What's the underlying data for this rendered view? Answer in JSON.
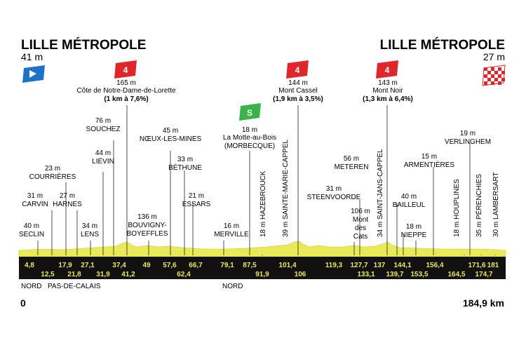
{
  "start": {
    "name": "LILLE MÉTROPOLE",
    "altitude": "41 m"
  },
  "finish": {
    "name": "LILLE MÉTROPOLE",
    "altitude": "27 m"
  },
  "distance": {
    "start": "0",
    "total": "184,9 km"
  },
  "regions": [
    "NORD",
    "PAS-DE-CALAIS",
    "NORD"
  ],
  "climbs": [
    {
      "category": "4",
      "altitude": "165 m",
      "name": "Côte de Notre-Dame-de-Lorette",
      "detail": "(1 km à 7,6%)"
    },
    {
      "category": "4",
      "altitude": "144 m",
      "name": "Mont Cassel",
      "detail": "(1,9 km à 3,5%)"
    },
    {
      "category": "4",
      "altitude": "143 m",
      "name": "Mont Noir",
      "detail": "(1,3 km à 6,4%)"
    }
  ],
  "sprint": {
    "symbol": "S",
    "altitude": "18 m",
    "name": "La Motte-au-Bois",
    "detail": "(MORBECQUE)"
  },
  "places": [
    {
      "alt": "40 m",
      "name": "SECLIN"
    },
    {
      "alt": "31 m",
      "name": "CARVIN"
    },
    {
      "alt": "23 m",
      "name": "COURRIÈRES"
    },
    {
      "alt": "27 m",
      "name": "HARNES"
    },
    {
      "alt": "34 m",
      "name": "LENS"
    },
    {
      "alt": "44 m",
      "name": "LIÉVIN"
    },
    {
      "alt": "76 m",
      "name": "SOUCHEZ"
    },
    {
      "alt": "136 m",
      "name": "BOUVIGNY-BOYEFFLES"
    },
    {
      "alt": "45 m",
      "name": "NŒUX-LES-MINES"
    },
    {
      "alt": "33 m",
      "name": "BÉTHUNE"
    },
    {
      "alt": "21 m",
      "name": "ESSARS"
    },
    {
      "alt": "16 m",
      "name": "MERVILLE"
    },
    {
      "alt": "31 m",
      "name": "STEENVOORDE"
    },
    {
      "alt": "56 m",
      "name": "METEREN"
    },
    {
      "alt": "106 m",
      "name": "Mont des Cats"
    },
    {
      "alt": "15 m",
      "name": "ARMENTIÈRES"
    },
    {
      "alt": "40 m",
      "name": "BAILLEUL"
    },
    {
      "alt": "18 m",
      "name": "NIEPPE"
    },
    {
      "alt": "19 m",
      "name": "VERLINGHEM"
    }
  ],
  "vertical_places": [
    "18 m HAZEBROUCK",
    "39 m SAINTE-MARIE-CAPPEL",
    "34 m SAINT-JANS-CAPPEL",
    "18 m HOUPLINES",
    "35 m PÉRENCHIES",
    "30 m LAMBERSART"
  ],
  "km_top": [
    "4,8",
    "17,9",
    "27,1",
    "37,4",
    "49",
    "57,6",
    "66,7",
    "79,1",
    "87,5",
    "101,4",
    "119,3",
    "127,7",
    "137",
    "144,1",
    "156,4",
    "171,6",
    "181"
  ],
  "km_bottom": [
    "12,5",
    "21,8",
    "31,9",
    "41,2",
    "62,4",
    "91,9",
    "106",
    "133,1",
    "139,7",
    "153,5",
    "164,5",
    "174,7"
  ],
  "colors": {
    "climb_flag": "#e0262b",
    "sprint_flag": "#38b449",
    "start_flag": "#1e73c8",
    "profile": "#e8ea5a",
    "bar": "#111111"
  },
  "icons": [
    "start-flag-icon",
    "finish-checkered-flag-icon"
  ]
}
